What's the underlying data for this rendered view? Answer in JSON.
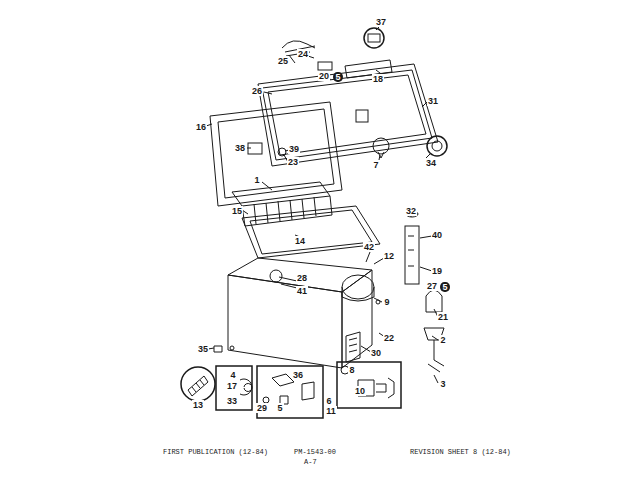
{
  "diagram": {
    "labels": [
      "37",
      "24",
      "25",
      "20",
      "5",
      "18",
      "26",
      "31",
      "16",
      "38",
      "39",
      "23",
      "34",
      "7",
      "1",
      "15",
      "32",
      "14",
      "40",
      "42",
      "12",
      "19",
      "28",
      "27",
      "5",
      "41",
      "9",
      "21",
      "22",
      "2",
      "35",
      "30",
      "8",
      "4",
      "36",
      "17",
      "3",
      "10",
      "6",
      "33",
      "13",
      "29",
      "5",
      "11",
      "FIRST PUBLICATION (12-84)",
      "PM-1543-00",
      "A-7",
      "REVISION SHEET 8 (12-84)"
    ]
  }
}
